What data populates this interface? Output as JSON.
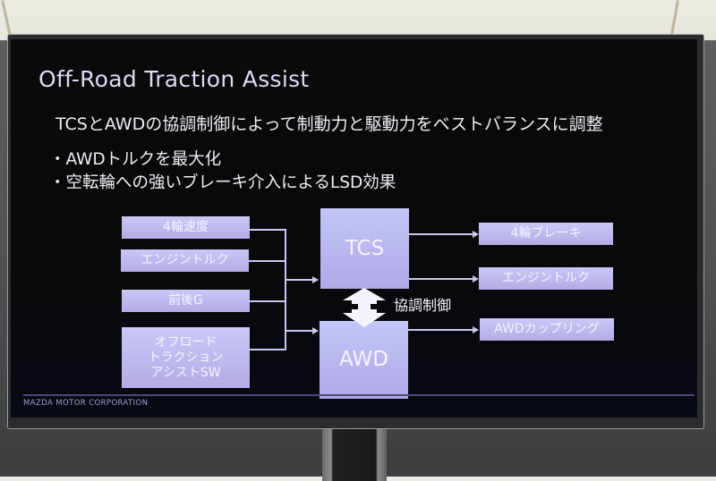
{
  "slide": {
    "title": "Off-Road Traction Assist",
    "subtitle": "TCSとAWDの協調制御によって制動力と駆動力をベストバランスに調整",
    "bullets": [
      "・AWDトルクを最大化",
      "・空転輪への強いブレーキ介入によるLSD効果"
    ],
    "footer": "MAZDA MOTOR CORPORATION"
  },
  "diagram": {
    "inputs": [
      {
        "label": "4輪速度"
      },
      {
        "label": "エンジントルク"
      },
      {
        "label": "前後G"
      },
      {
        "label": "オフロード\nトラクション\nアシストSW"
      }
    ],
    "controllers": {
      "tcs": "TCS",
      "awd": "AWD",
      "coordination_label": "協調制御"
    },
    "outputs": [
      {
        "label": "4輪ブレーキ",
        "source": "TCS"
      },
      {
        "label": "エンジントルク",
        "source": "TCS"
      },
      {
        "label": "AWDカップリング",
        "source": "AWD"
      }
    ],
    "colors": {
      "box_fill": "#c2c0f2",
      "connector": "#c9c8ee",
      "background": "#0a0909",
      "text": "#ececf4"
    }
  }
}
